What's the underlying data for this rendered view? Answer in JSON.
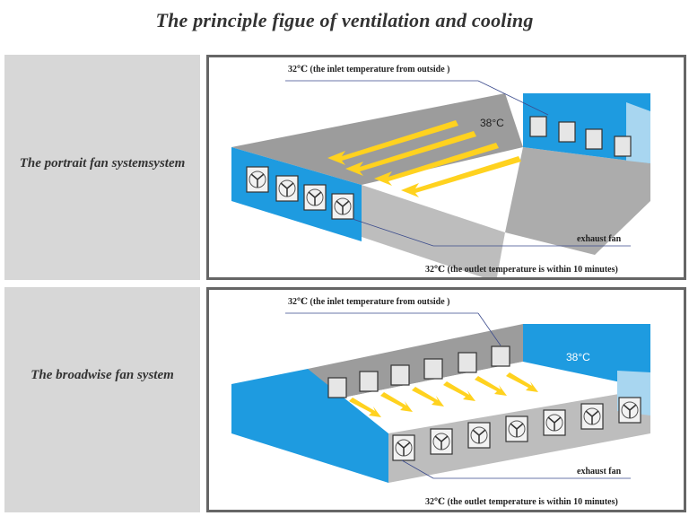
{
  "title": "The principle figue of ventilation and cooling",
  "colors": {
    "wall_blue": "#1e9be0",
    "light_blue": "#a8d6f0",
    "roof_gray": "#9c9c9c",
    "side_gray": "#bdbdbd",
    "floor_white": "#ffffff",
    "arrow_yellow": "#ffd21f",
    "panel_gray": "#d7d7d7"
  },
  "portrait": {
    "label": "The portrait fan systemsystem",
    "inlet_text": "32℃ (the inlet temperature from outside )",
    "inside_temp": "38°C",
    "exhaust_text": "exhaust fan",
    "outlet_text": "32℃ (the outlet temperature is within 10 minutes)"
  },
  "broadwise": {
    "label": "The broadwise fan system",
    "inlet_text": "32℃ (the inlet temperature from outside )",
    "inside_temp": "38°C",
    "exhaust_text": "exhaust fan",
    "outlet_text": "32℃ (the outlet temperature is within 10 minutes)"
  }
}
